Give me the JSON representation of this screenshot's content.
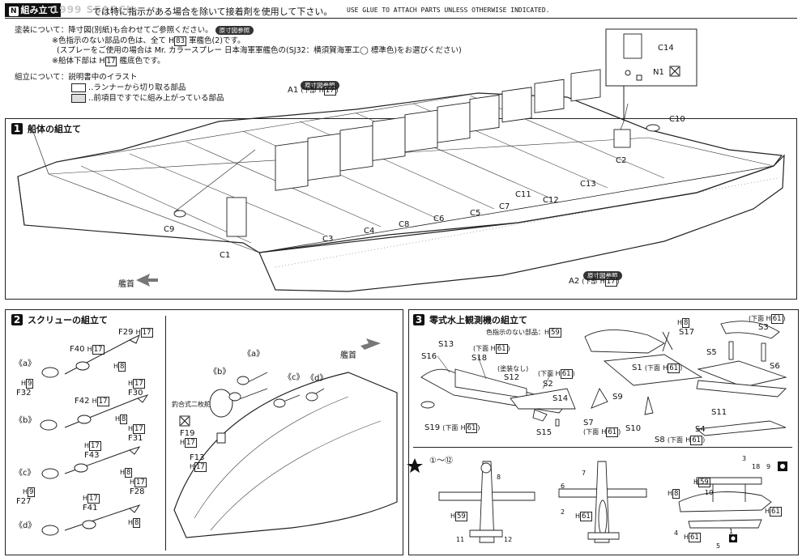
{
  "header": {
    "badge_n": "N",
    "badge_text": "組み立て",
    "watermark": "1999 SEARCH",
    "instruction_jp": "では特に指示がある場合を除いて接着剤を使用して下さい。",
    "instruction_en": "USE GLUE TO ATTACH PARTS UNLESS OTHERWISE INDICATED."
  },
  "notes": {
    "paint_title": "塗装について：",
    "paint_1": "降寸図(別紙)も合わせてご参照ください。",
    "paint_ref": "原寸図参照",
    "paint_2": "※色指示のない部品の色は、全て",
    "paint_2_code": "H",
    "paint_2_num": "83",
    "paint_2_end": "軍艦色(2)です。",
    "paint_3": "(スプレーをご使用の場合は Mr. カラースプレー 日本海軍軍艦色の(SJ32：横須賀海軍工◯ 標準色)をお選びください)",
    "paint_4": "※船体下部は",
    "paint_4_code": "H",
    "paint_4_num": "17",
    "paint_4_end": "艦底色です。",
    "assembly_title": "組立について：説明書中のイラスト",
    "legend_1": "‥ランナーから切り取る部品",
    "legend_2": "‥前項目ですでに組み上がっている部品"
  },
  "section1": {
    "step": "1",
    "title": "船体の組立て",
    "ref_a1": "原寸図参照",
    "a1": "A1",
    "a1_sub": "(下部",
    "a1_code": "H",
    "a1_num": "17",
    "ref_a2": "原寸図参照",
    "a2": "A2",
    "a2_sub": "(下部",
    "a2_code": "H",
    "a2_num": "17",
    "bow_label": "艦首",
    "parts": [
      "C14",
      "N1",
      "C10",
      "C2",
      "C13",
      "C12",
      "C11",
      "C7",
      "C5",
      "C6",
      "C8",
      "C4",
      "C3",
      "C1",
      "C9"
    ]
  },
  "section2": {
    "step": "2",
    "title": "スクリューの組立て",
    "bow_label": "艦首",
    "variant_a": "《a》",
    "variant_b": "《b》",
    "variant_c": "《c》",
    "variant_d": "《d》",
    "f29": "F29",
    "f40": "F40",
    "f32": "F32",
    "f30": "F30",
    "f42": "F42",
    "f31": "F31",
    "f43": "F43",
    "f28": "F28",
    "f27": "F27",
    "f41": "F41",
    "f19": "F19",
    "f13": "F13",
    "anchor_label": "釣合式二枚舵",
    "h": "H",
    "n17": "17",
    "n8": "8",
    "n9": "9"
  },
  "section3": {
    "step": "3",
    "title": "零式水上観測機の組立て",
    "unspecified": "色指示のない部品：",
    "unspecified_code": "H",
    "unspecified_num": "59",
    "s13": "S13",
    "s16": "S16",
    "s18": "S18",
    "s12": "S12",
    "s2": "S2",
    "s14": "S14",
    "s15": "S15",
    "s19": "S19",
    "s17": "S17",
    "s1": "S1",
    "s9": "S9",
    "s7": "S7",
    "s10": "S10",
    "s8": "S8",
    "s3": "S3",
    "s5": "S5",
    "s6": "S6",
    "s11": "S11",
    "s4": "S4",
    "lower": "(下面",
    "no_paint": "(塗装なし)",
    "h": "H",
    "n61": "61",
    "n8": "8",
    "n59": "59",
    "decal_range": "①～⑫",
    "decal_nums": [
      "1",
      "2",
      "3",
      "4",
      "5",
      "6",
      "7",
      "8",
      "9",
      "10",
      "11",
      "12",
      "18"
    ]
  },
  "colors": {
    "ink": "#111111",
    "hull": "#222222",
    "arrow": "#777777"
  }
}
